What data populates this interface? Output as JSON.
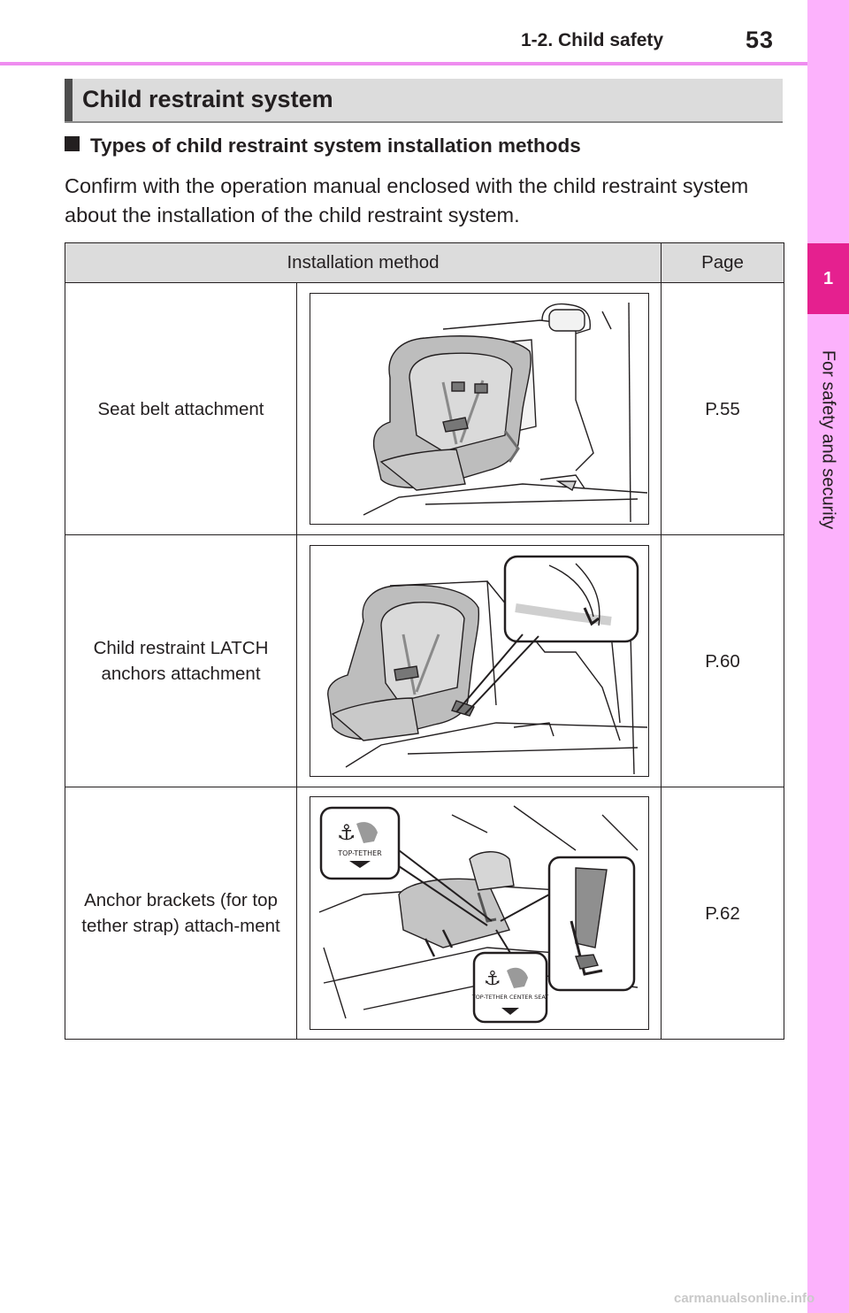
{
  "header": {
    "section": "1-2. Child safety",
    "page_number": "53"
  },
  "side_tab": {
    "chapter_number": "1",
    "chapter_title": "For safety and security"
  },
  "section_heading": "Child restraint system",
  "subheading": "Types of child restraint system installation methods",
  "intro": "Confirm with the operation manual enclosed with the child restraint system about the installation of the child restraint system.",
  "table": {
    "columns": [
      "Installation method",
      "Page"
    ],
    "rows": [
      {
        "method": "Seat belt attachment",
        "page": "P.55"
      },
      {
        "method": "Child restraint LATCH anchors attachment",
        "page": "P.60"
      },
      {
        "method": "Anchor brackets (for top tether strap) attach-ment",
        "page": "P.62"
      }
    ]
  },
  "illustration_labels": {
    "top_tether": "TOP-TETHER",
    "top_tether_center": "TOP-TETHER CENTER SEAT"
  },
  "footer": "carmanualsonline.info"
}
